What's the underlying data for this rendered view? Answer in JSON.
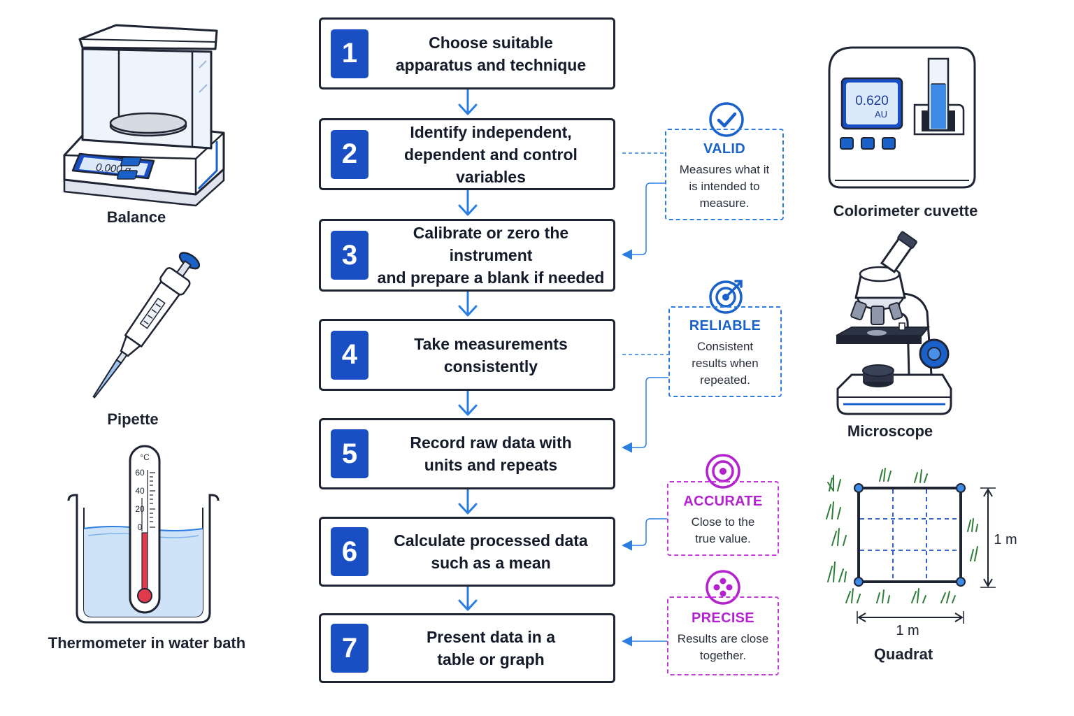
{
  "steps": [
    {
      "number": "1",
      "text": "Choose suitable\napparatus and technique"
    },
    {
      "number": "2",
      "text": "Identify independent,\ndependent and control variables"
    },
    {
      "number": "3",
      "text": "Calibrate or zero the instrument\nand prepare a blank if needed"
    },
    {
      "number": "4",
      "text": "Take measurements\nconsistently"
    },
    {
      "number": "5",
      "text": "Record raw data with\nunits and repeats"
    },
    {
      "number": "6",
      "text": "Calculate processed data\nsuch as a mean"
    },
    {
      "number": "7",
      "text": "Present data in a\ntable or graph"
    }
  ],
  "properties": [
    {
      "title": "VALID",
      "text": "Measures what it\nis intended to\nmeasure.",
      "icon": "check-circle-icon",
      "color": "#1a62c9"
    },
    {
      "title": "RELIABLE",
      "text": "Consistent\nresults when\nrepeated.",
      "icon": "target-arrow-icon",
      "color": "#1a62c9"
    },
    {
      "title": "ACCURATE",
      "text": "Close to the\ntrue value.",
      "icon": "bullseye-icon",
      "color": "#b422cf"
    },
    {
      "title": "PRECISE",
      "text": "Results are close\ntogether.",
      "icon": "dot-cluster-icon",
      "color": "#b422cf"
    }
  ],
  "equipment": {
    "balance": {
      "label": "Balance",
      "display": "0.000 g"
    },
    "pipette": {
      "label": "Pipette"
    },
    "thermometer": {
      "label": "Thermometer in water bath",
      "unit": "°C",
      "ticks": [
        "60",
        "40",
        "20",
        "0"
      ]
    },
    "colorimeter": {
      "label": "Colorimeter cuvette",
      "reading": "0.620",
      "unit": "AU"
    },
    "microscope": {
      "label": "Microscope"
    },
    "quadrat": {
      "label": "Quadrat",
      "side_vertical": "1 m",
      "side_horizontal": "1 m"
    }
  },
  "colors": {
    "step_badge": "#1a4fc4",
    "connector": "#2b7de0",
    "accent_purple": "#c23cd6"
  }
}
